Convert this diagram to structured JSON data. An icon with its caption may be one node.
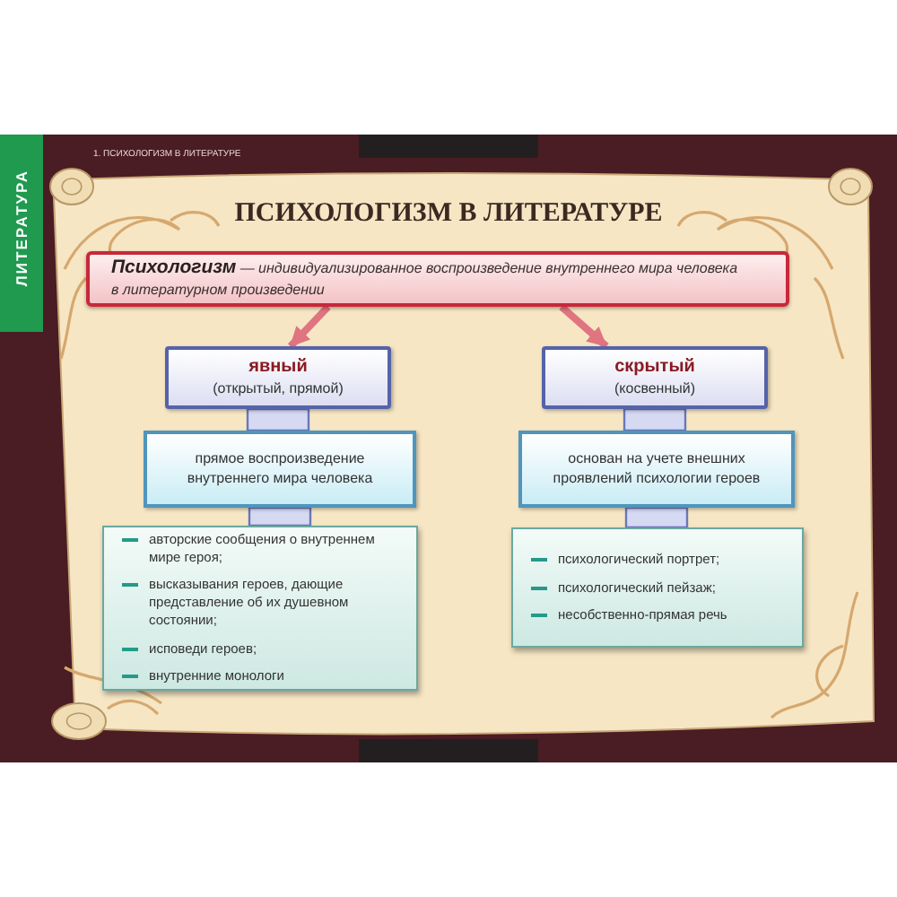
{
  "diagram": {
    "title": "ПСИХОЛОГИЗМ В ЛИТЕРАТУРЕ",
    "nodes": [
      {
        "text": [
          "**Психологизм** — индивидуализированное воспроизведение внутреннего мира человека в литературном произведении"
        ]
      },
      {
        "text": [
          "явный",
          "(открытый, прямой)"
        ]
      },
      {
        "text": [
          "скрытый",
          "(косвенный)"
        ]
      },
      {
        "text": [
          "прямое воспроизведение внутреннего мира человека"
        ]
      },
      {
        "text": [
          "основан на учете внешних проявлений психологии героев"
        ]
      },
      {
        "text": [
          "авторские сообщения о внутреннем мире героя;",
          "высказывания героев, дающие представление об их душевном состоянии;",
          "исповеди героев;",
          "внутренние монологи"
        ]
      },
      {
        "text": [
          "психологический портрет;",
          "психологический пейзаж;",
          "несобственно-прямая речь"
        ]
      }
    ],
    "edges": [
      {
        "from": 0,
        "to": 1,
        "arrow": "to",
        "color": "#e07480"
      },
      {
        "from": 0,
        "to": 2,
        "arrow": "to",
        "color": "#e07480"
      },
      {
        "from": 1,
        "to": 3,
        "arrow": "none",
        "style": "thick"
      },
      {
        "from": 3,
        "to": 5,
        "arrow": "none",
        "style": "thick"
      },
      {
        "from": 2,
        "to": 4,
        "arrow": "none",
        "style": "thick"
      },
      {
        "from": 4,
        "to": 6,
        "arrow": "none",
        "style": "thick"
      }
    ],
    "labels": [
      "1. ПСИХОЛОГИЗМ В ЛИТЕРАТУРЕ",
      "ЛИТЕРАТУРА"
    ]
  }
}
